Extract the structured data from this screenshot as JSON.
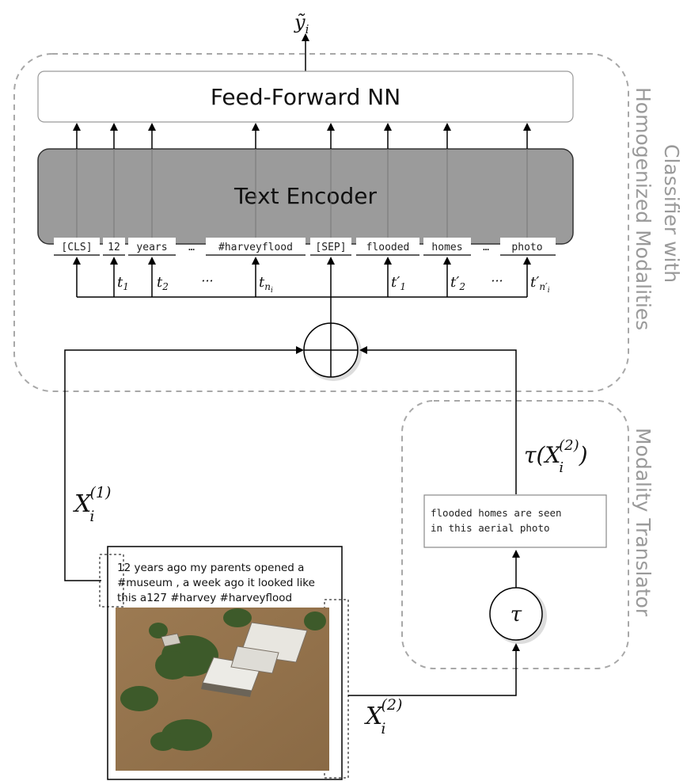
{
  "output_label": "ỹ",
  "output_subscript": "i",
  "ffnn_label": "Feed-Forward NN",
  "encoder_label": "Text Encoder",
  "tokens": [
    "[CLS]",
    "12",
    "years",
    "…",
    "#harveyflood",
    "[SEP]",
    "flooded",
    "homes",
    "…",
    "photo"
  ],
  "token_embed_labels": {
    "t1": {
      "base": "t",
      "sub": "1"
    },
    "t2": {
      "base": "t",
      "sub": "2"
    },
    "tn": {
      "base": "t",
      "sub": "n",
      "subsub": "i"
    },
    "tp1": {
      "base": "t′",
      "sub": "1"
    },
    "tp2": {
      "base": "t′",
      "sub": "2"
    },
    "tpn": {
      "base": "t′",
      "sub": "n′",
      "subsub": "i"
    },
    "dots1": "···",
    "dots2": "···"
  },
  "classifier_region_label": [
    "Classifier with",
    "Homogenized Modalities"
  ],
  "translator_region_label": "Modality Translator",
  "x1_label": {
    "base": "X",
    "sub": "i",
    "sup": "(1)"
  },
  "x2_label": {
    "base": "X",
    "sub": "i",
    "sup": "(2)"
  },
  "tau_label": "τ",
  "tau_output_label": {
    "prefix": "τ(",
    "base": "X",
    "sub": "i",
    "sup": "(2)",
    "suffix": ")"
  },
  "translated_text": [
    "flooded homes are seen",
    "in this aerial photo"
  ],
  "post_text": [
    "12 years ago my parents opened a",
    "#museum , a week ago it looked like",
    "this a127 #harvey #harveyflood"
  ],
  "image_description_icon": "aerial-flood-photo"
}
